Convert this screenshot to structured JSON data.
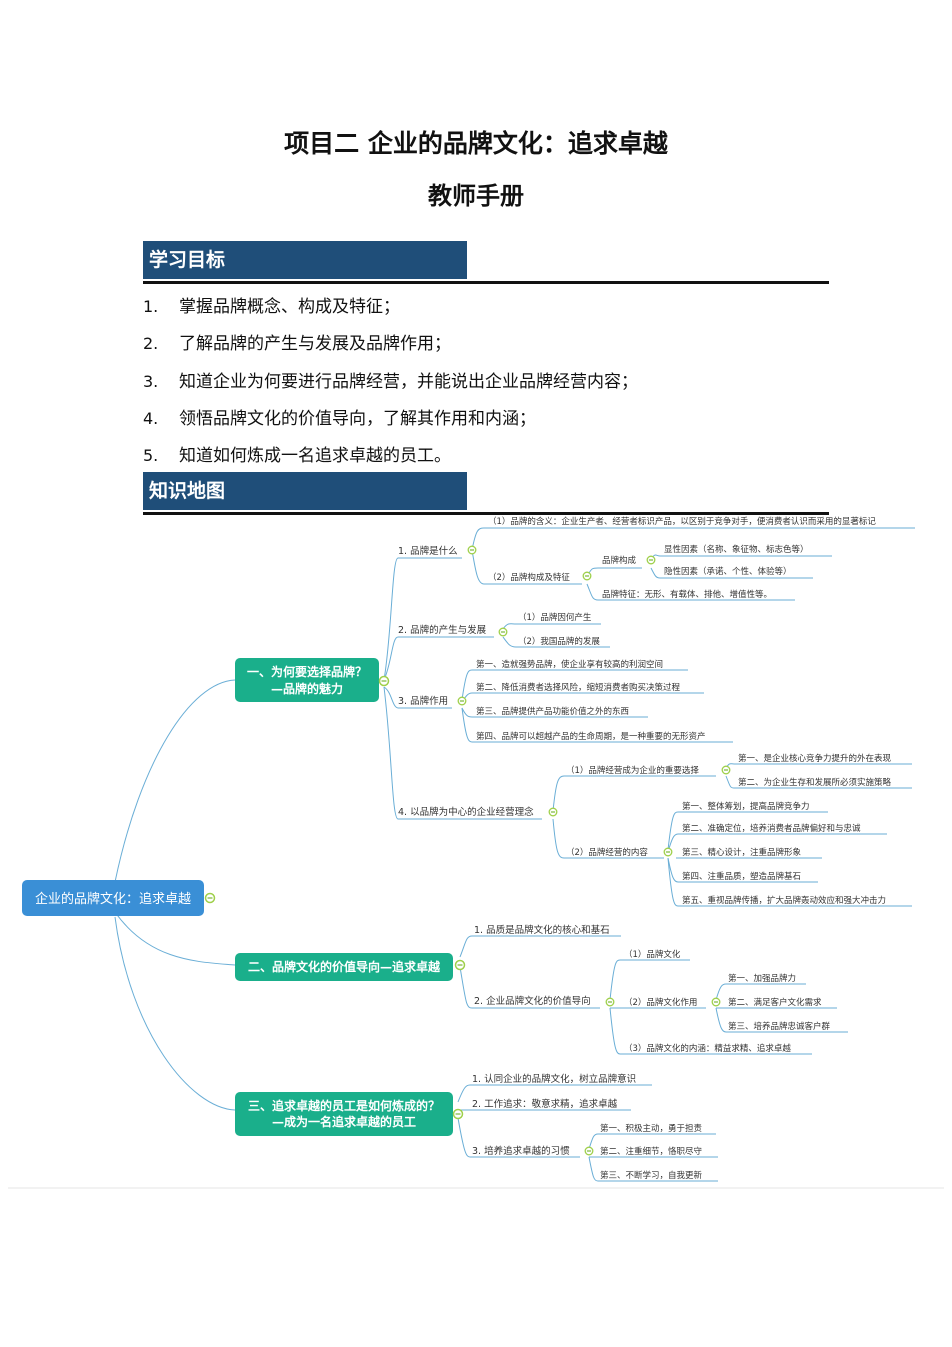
{
  "title": "项目二  企业的品牌文化：追求卓越",
  "subtitle": "教师手册",
  "objectives_section": {
    "heading": "学习目标",
    "items": [
      {
        "num": "1.",
        "text": "掌握品牌概念、构成及特征；"
      },
      {
        "num": "2.",
        "text": "了解品牌的产生与发展及品牌作用；"
      },
      {
        "num": "3.",
        "text": "知道企业为何要进行品牌经营，并能说出企业品牌经营内容；"
      },
      {
        "num": "4.",
        "text": "领悟品牌文化的价值导向，了解其作用和内涵；"
      },
      {
        "num": "5.",
        "text": "知道如何炼成一名追求卓越的员工。"
      }
    ]
  },
  "map_section": {
    "heading": "知识地图",
    "root": "企业的品牌文化：追求卓越",
    "colors": {
      "root": "#3a8fd6",
      "main": "#1aaf8b",
      "line": "#6aaed6",
      "toggle": "#9fd04a"
    },
    "main_nodes": [
      {
        "line1": "一、为何要选择品牌？",
        "line2": "—品牌的魅力"
      },
      {
        "line1": "二、品牌文化的价值导向—追求卓越",
        "line2": ""
      },
      {
        "line1": "三、追求卓越的员工是如何炼成的？",
        "line2": "—成为一名追求卓越的员工"
      }
    ],
    "b1": {
      "l1": "1. 品牌是什么",
      "l1a": "（1）品牌的含义：企业生产者、经营者标识产品，以区别于竞争对手，便消费者认识而采用的显著标记",
      "l1b": "（2）品牌构成及特征",
      "l1b1": "品牌构成",
      "l1b1a": "显性因素（名称、象征物、标志色等）",
      "l1b1b": "隐性因素（承诺、个性、体验等）",
      "l1b2": "品牌特征：无形、有载体、排他、增值性等。",
      "l2": "2. 品牌的产生与发展",
      "l2a": "（1）品牌因何产生",
      "l2b": "（2）我国品牌的发展",
      "l3": "3. 品牌作用",
      "l3a": "第一、造就强势品牌，使企业享有较高的利润空间",
      "l3b": "第二、降低消费者选择风险，缩短消费者购买决策过程",
      "l3c": "第三、品牌提供产品功能价值之外的东西",
      "l3d": "第四、品牌可以超越产品的生命周期，是一种重要的无形资产",
      "l4": "4. 以品牌为中心的企业经营理念",
      "l4a": "（1）品牌经营成为企业的重要选择",
      "l4a1": "第一、是企业核心竞争力提升的外在表现",
      "l4a2": "第二、为企业生存和发展所必须实施策略",
      "l4b": "（2）品牌经营的内容",
      "l4b1": "第一、整体筹划，提高品牌竞争力",
      "l4b2": "第二、准确定位，培养消费者品牌偏好和与忠诚",
      "l4b3": "第三、精心设计，注重品牌形象",
      "l4b4": "第四、注重品质，塑造品牌基石",
      "l4b5": "第五、重视品牌传播，扩大品牌轰动效应和强大冲击力"
    },
    "b2": {
      "l1": "1. 品质是品牌文化的核心和基石",
      "l2": "2. 企业品牌文化的价值导向",
      "l2a": "（1）品牌文化",
      "l2b": "（2）品牌文化作用",
      "l2b1": "第一、加强品牌力",
      "l2b2": "第二、满足客户文化需求",
      "l2b3": "第三、培养品牌忠诚客户群",
      "l2c": "（3）品牌文化的内涵：精益求精、追求卓越"
    },
    "b3": {
      "l1": "1. 认同企业的品牌文化，树立品牌意识",
      "l2": "2. 工作追求：敬意求精，追求卓越",
      "l3": "3. 培养追求卓越的习惯",
      "l3a": "第一、积极主动，勇于担责",
      "l3b": "第二、注重细节，恪职尽守",
      "l3c": "第三、不断学习，自我更新"
    }
  }
}
